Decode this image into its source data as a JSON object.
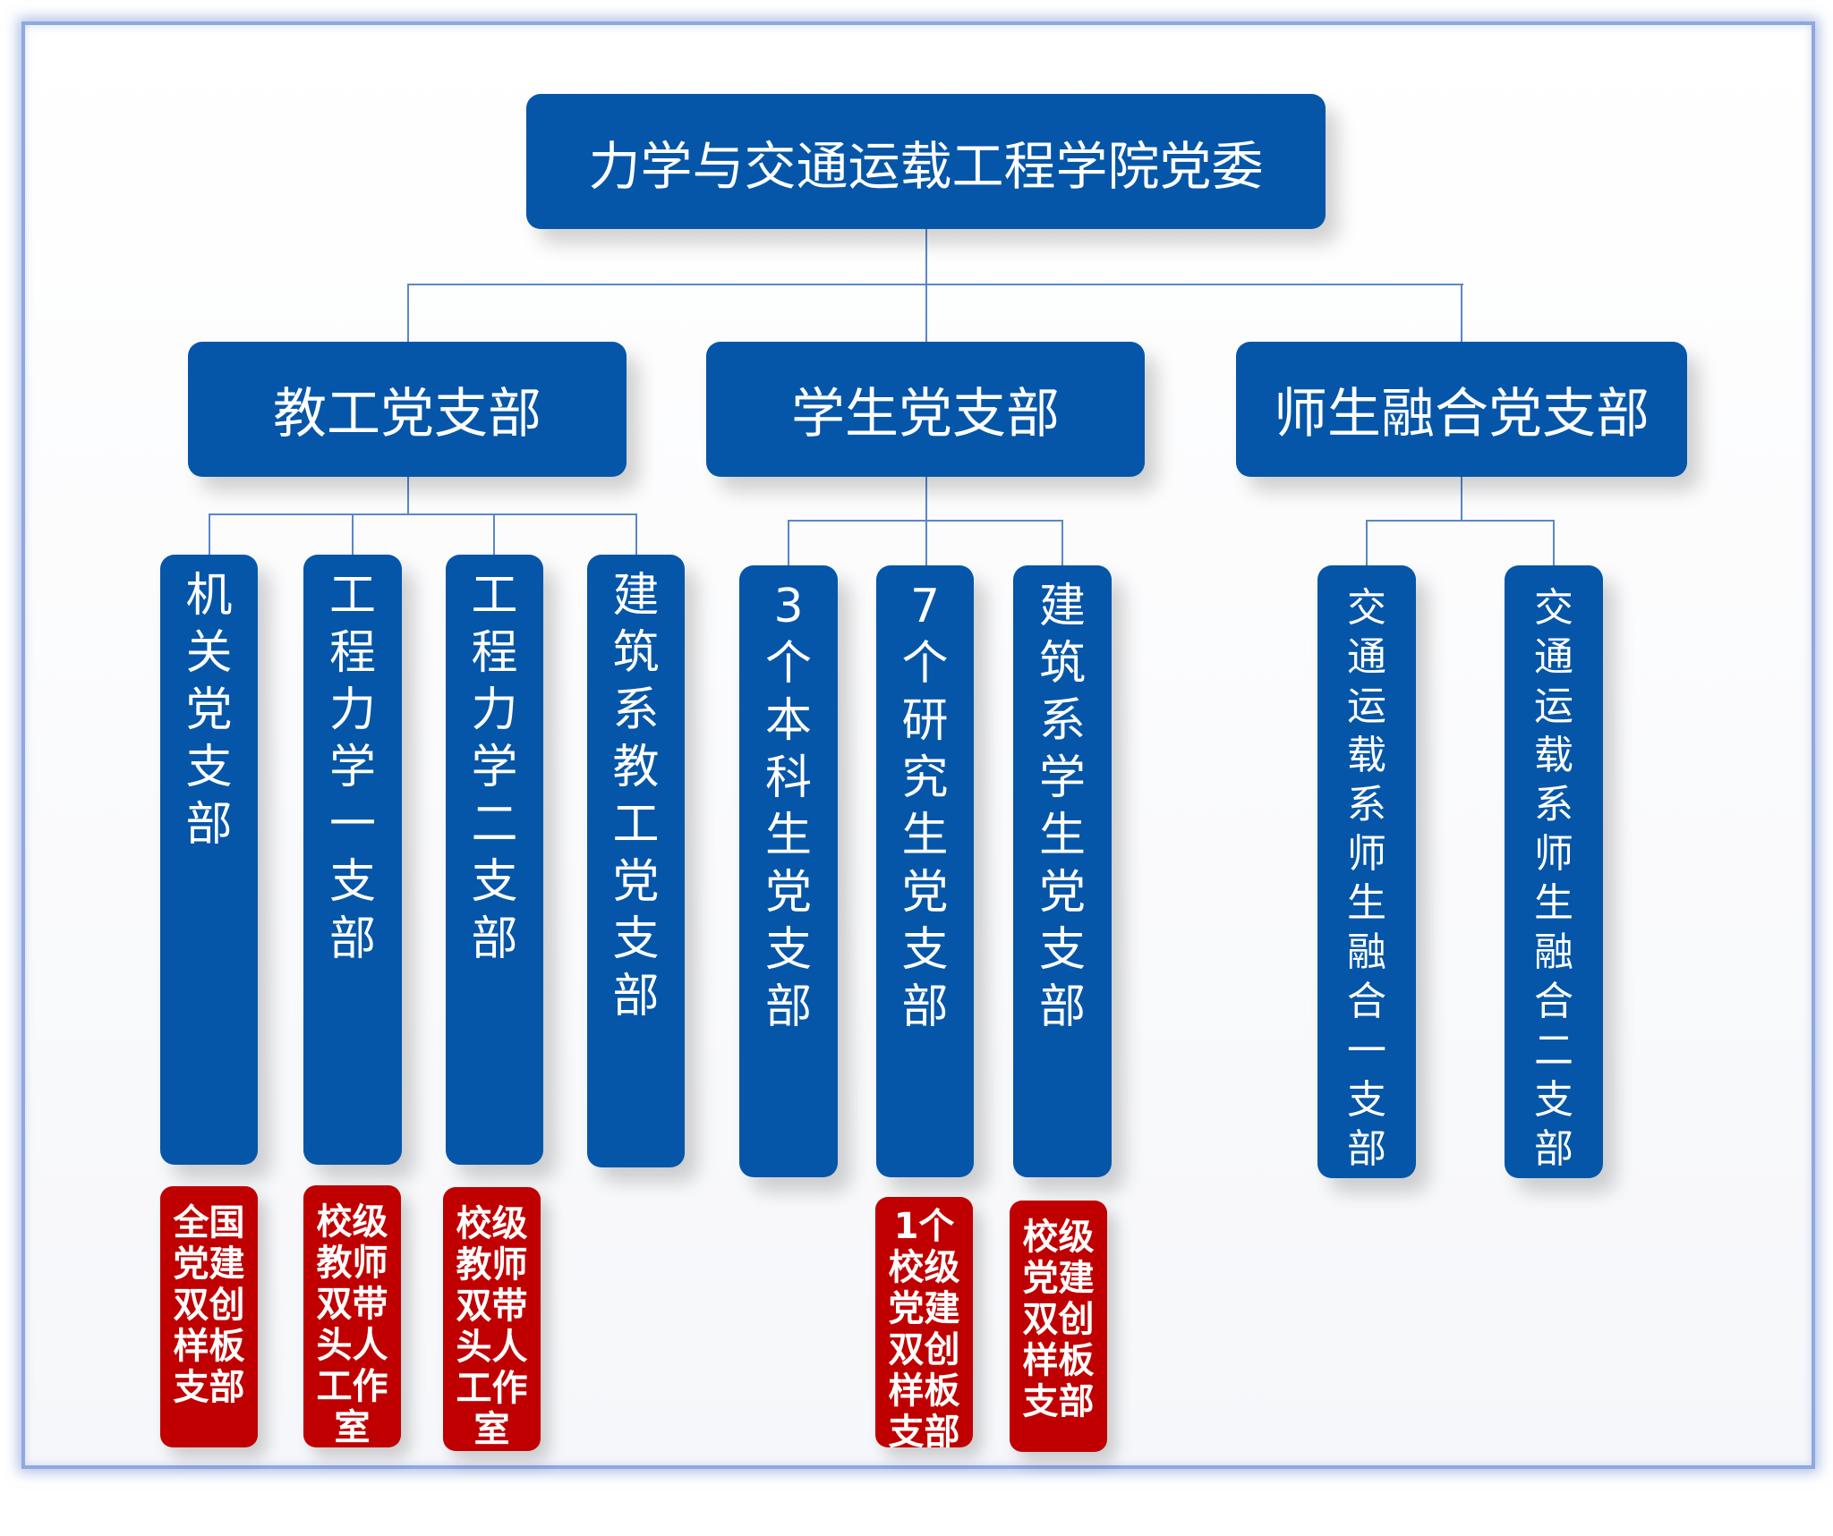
{
  "root": {
    "label": "力学与交通运载工程学院党委"
  },
  "branches": [
    {
      "label": "教工党支部",
      "children": [
        "机关党支部",
        "工程力学一支部",
        "工程力学二支部",
        "建筑系教工党支部"
      ]
    },
    {
      "label": "学生党支部",
      "children": [
        "3个本科生党支部",
        "7个研究生党支部",
        "建筑系学生党支部"
      ]
    },
    {
      "label": "师生融合党支部",
      "children": [
        "交通运载系师生融合一支部",
        "交通运载系师生融合二支部"
      ]
    }
  ],
  "badges": [
    "全国党建双创样板支部",
    "校级教师双带头人工作室",
    "校级教师双带头人工作室",
    "1个校级党建双创样板支部",
    "校级党建双创样板支部"
  ],
  "colors": {
    "box": "#0556a8",
    "badge": "#c00000",
    "line": "#5a86cc"
  }
}
